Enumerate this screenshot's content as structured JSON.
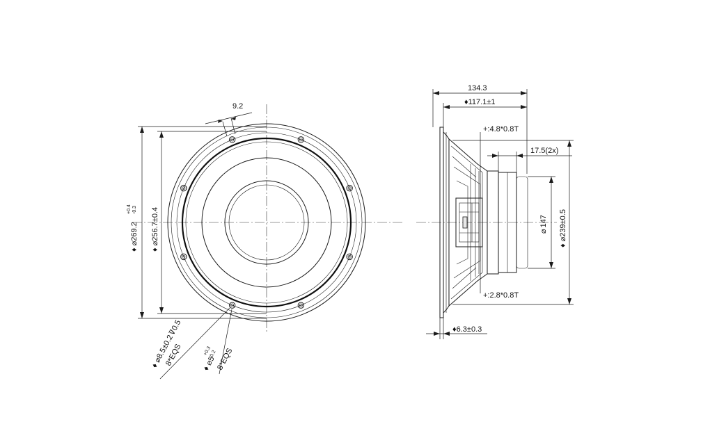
{
  "dimensions": {
    "front": {
      "bolt_spacing": "9.2",
      "outer_dia": "269.2",
      "outer_dia_tol_plus": "+0.4",
      "outer_dia_tol_minus": "-0.3",
      "cutout_dia": "256.7",
      "cutout_dia_tol": "±0.4",
      "hole_a_main": "8.5",
      "hole_a_tol": "±0.2",
      "hole_a_depth": "0.5",
      "hole_a_count": "8*EQS",
      "hole_b_main": "5",
      "hole_b_tol_plus": "+0.3",
      "hole_b_tol_minus": "-0.2",
      "hole_b_count": "8*EQS"
    },
    "side": {
      "overall_depth": "134.3",
      "mount_depth": "117.1±1",
      "terminal_plus": "+:4.8*0.8T",
      "terminal_minus": "+:2.8*0.8T",
      "magnet_height": "17.5(2x)",
      "magnet_dia": "147",
      "body_dia": "239±0.5",
      "flange_thickness": "6.3±0.3"
    }
  },
  "symbols": {
    "diameter": "⌀",
    "diamond": "♦",
    "counterbore": "⊽"
  }
}
